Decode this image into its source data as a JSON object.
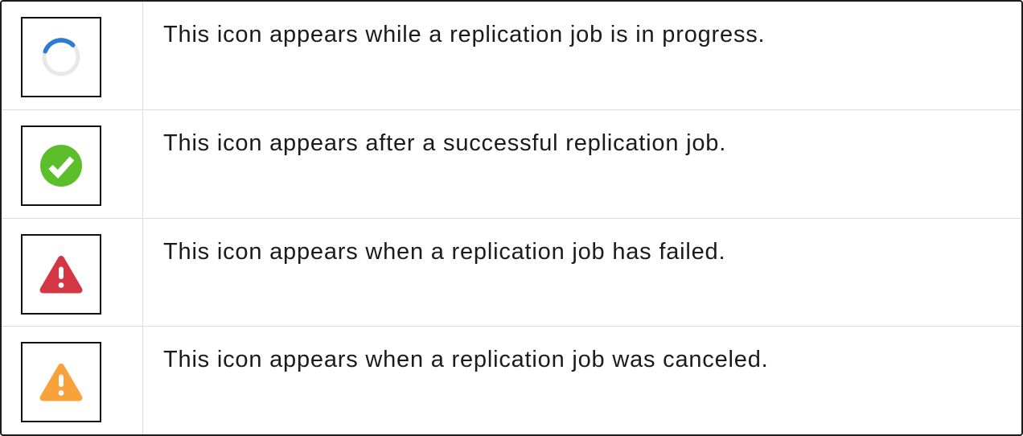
{
  "table": {
    "rows": [
      {
        "icon": "in-progress-spinner",
        "description": "This icon appears while a replication job is in progress."
      },
      {
        "icon": "success-check",
        "description": "This icon appears after a successful replication job."
      },
      {
        "icon": "failed-warning-triangle",
        "description": "This icon appears when a replication job has failed."
      },
      {
        "icon": "canceled-warning-triangle",
        "description": "This icon appears when a replication job was canceled."
      }
    ]
  },
  "colors": {
    "spinner_ring": "#e8e8ea",
    "spinner_arc": "#2b7cd4",
    "success_green": "#5cbe2a",
    "failed_red": "#d23743",
    "canceled_orange": "#f8a23c",
    "check_white": "#ffffff",
    "exclamation_white": "#ffffff",
    "divider": "#dcdcdc",
    "outer_border": "#1b1b1b",
    "text": "#1b1b1b"
  }
}
